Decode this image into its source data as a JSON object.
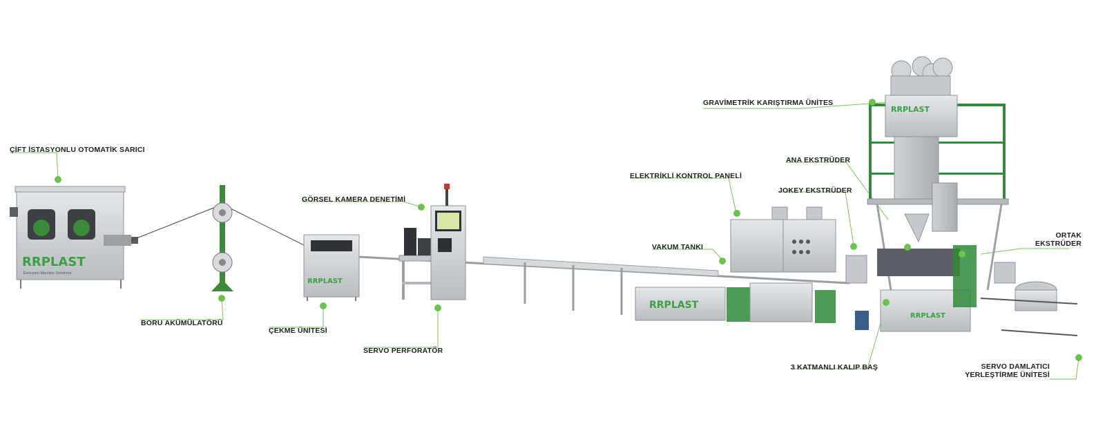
{
  "accent_color": "#6cc24a",
  "brand": {
    "logo": "RRPLAST",
    "tagline": "Extrusion Machine Solutions"
  },
  "labels": {
    "cift": "ÇİFT İSTASYONLU OTOMATİK SARICI",
    "boru": "BORU AKÜMÜLATÖRÜ",
    "cekme": "ÇEKME ÜNİTESİ",
    "gorsel": "GÖRSEL KAMERA DENETİMİ",
    "servo_perf": "SERVO PERFORATÖR",
    "elektrikli": "ELEKTRİKLİ KONTROL PANELİ",
    "vakum": "VAKUM TANKI",
    "gravimetrik": "GRAVİMETRİK KARIŞTIRMA ÜNİTES",
    "ana": "ANA EKSTRÜDER",
    "jokey": "JOKEY EKSTRÜDER",
    "ortak_1": "ORTAK",
    "ortak_2": "EKSTRÜDER",
    "katman": "3 KATMANLI KALIP BAŞ",
    "servo_dam_1": "SERVO DAMLATICI",
    "servo_dam_2": "YERLEŞTİRME ÜNİTESİ"
  }
}
